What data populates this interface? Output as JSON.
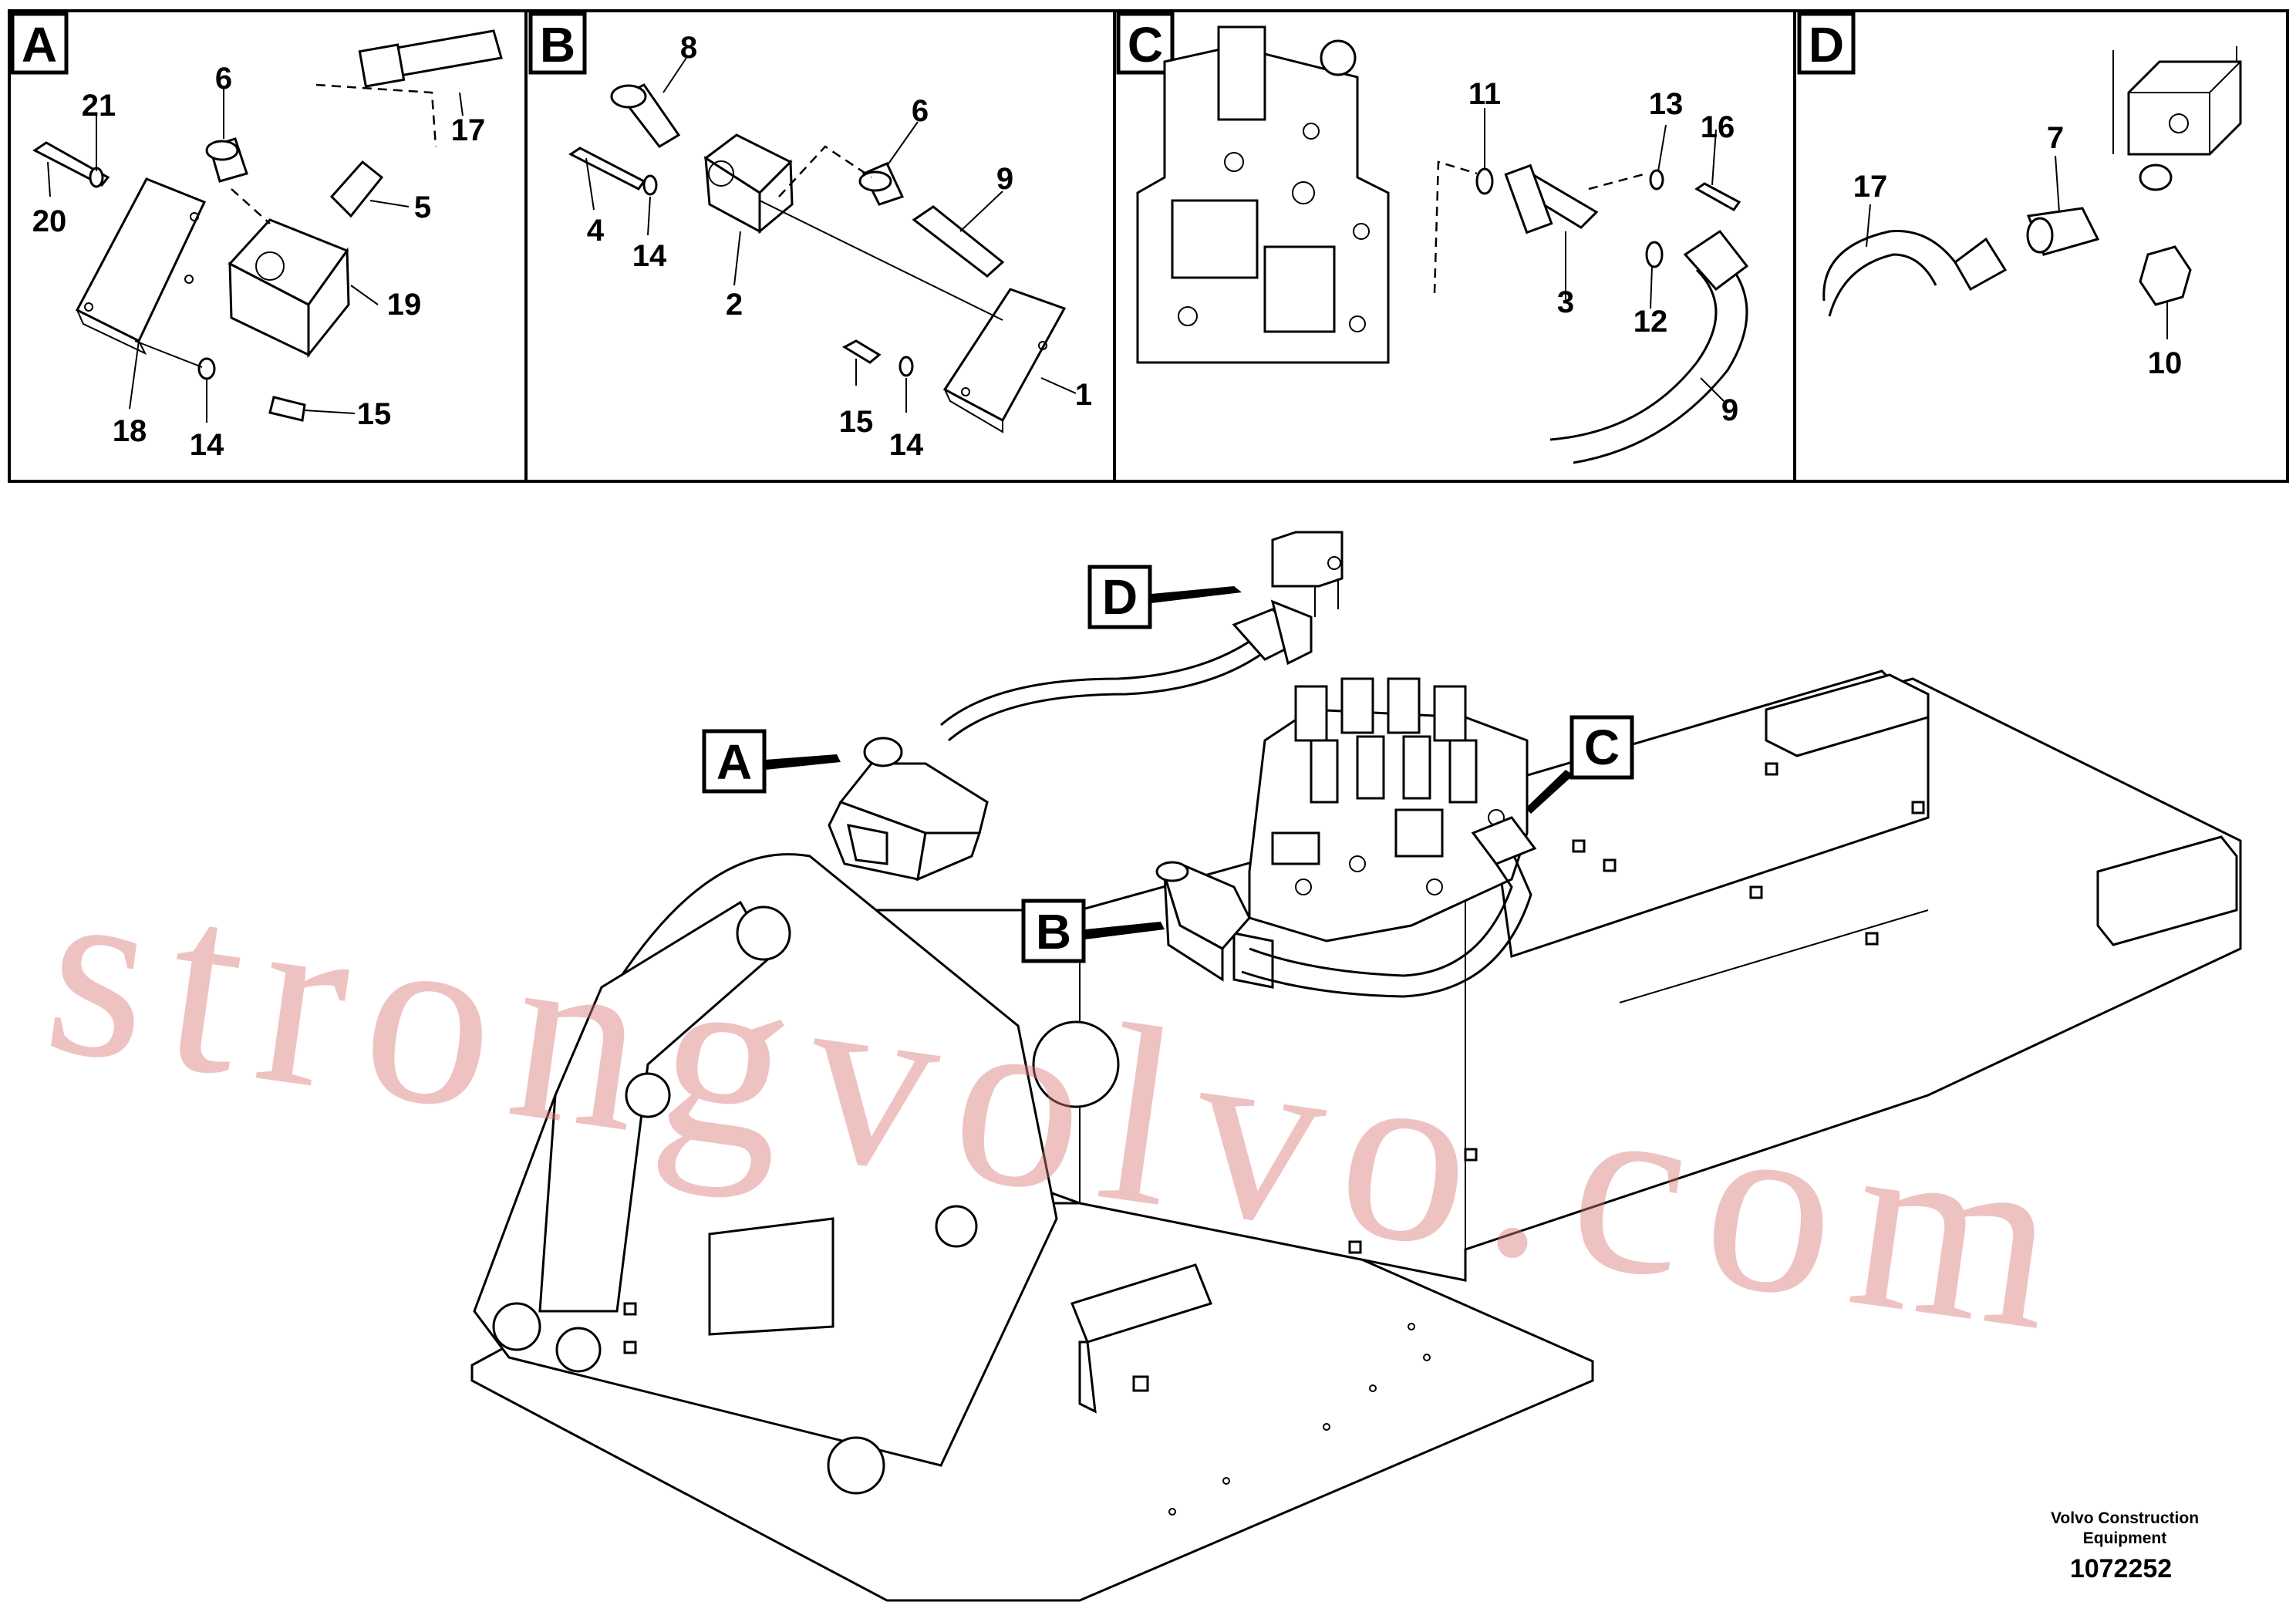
{
  "panels": [
    {
      "letter": "A",
      "labels": [
        "6",
        "21",
        "17",
        "5",
        "20",
        "19",
        "18",
        "14",
        "15"
      ]
    },
    {
      "letter": "B",
      "labels": [
        "8",
        "6",
        "9",
        "4",
        "14",
        "2",
        "15",
        "14",
        "1"
      ]
    },
    {
      "letter": "C",
      "labels": [
        "11",
        "13",
        "16",
        "3",
        "12",
        "9"
      ]
    },
    {
      "letter": "D",
      "labels": [
        "17",
        "7",
        "10"
      ]
    }
  ],
  "callouts": [
    "D",
    "A",
    "C",
    "B"
  ],
  "watermark": "strongvolvo.com",
  "footer": {
    "company_line1": "Volvo Construction",
    "company_line2": "Equipment",
    "drawing_number": "1072252"
  }
}
